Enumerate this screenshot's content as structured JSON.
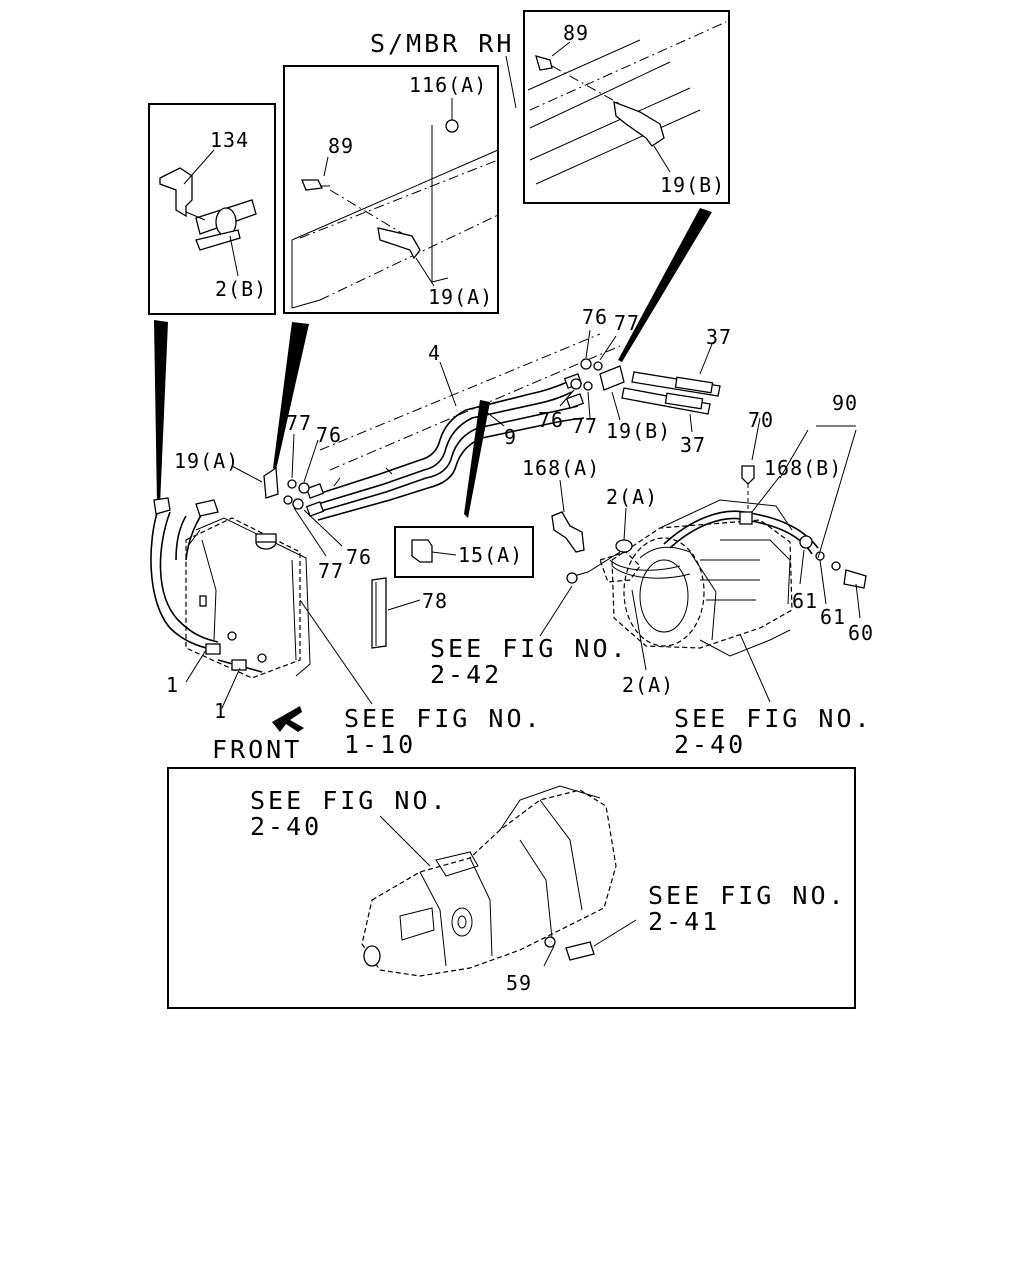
{
  "labels": {
    "l134": "134",
    "l2b_top": "2(B)",
    "l89_a": "89",
    "l116a": "116(A)",
    "l19a_box": "19(A)",
    "smbr": "S/MBR RH",
    "l89_b": "89",
    "l19b_box": "19(B)",
    "l76_top": "76",
    "l77_top": "77",
    "l37_top": "37",
    "l4": "4",
    "l9": "9",
    "l76_mid": "76",
    "l77_mid": "77",
    "l19b_mid": "19(B)",
    "l37_mid": "37",
    "l77_left": "77",
    "l76_left": "76",
    "l19a_left": "19(A)",
    "l77_low": "77",
    "l76_low": "76",
    "l15a": "15(A)",
    "l168a": "168(A)",
    "l2a_top": "2(A)",
    "l70": "70",
    "l90": "90",
    "l168b": "168(B)",
    "l78": "78",
    "l61_a": "61",
    "l61_b": "61",
    "l60": "60",
    "l2a_low": "2(A)",
    "l1_a": "1",
    "l1_b": "1",
    "front": "FRONT"
  },
  "references": {
    "fig_2_42": [
      "SEE FIG NO.",
      "2-42"
    ],
    "fig_1_10": [
      "SEE FIG NO.",
      "1-10"
    ],
    "fig_2_40": [
      "SEE FIG NO.",
      "2-40"
    ],
    "fig_2_40_bottom": [
      "SEE FIG NO.",
      "2-40"
    ],
    "fig_2_41": [
      "SEE FIG NO.",
      "2-41"
    ]
  },
  "bottom_inset": {
    "l59": "59"
  }
}
